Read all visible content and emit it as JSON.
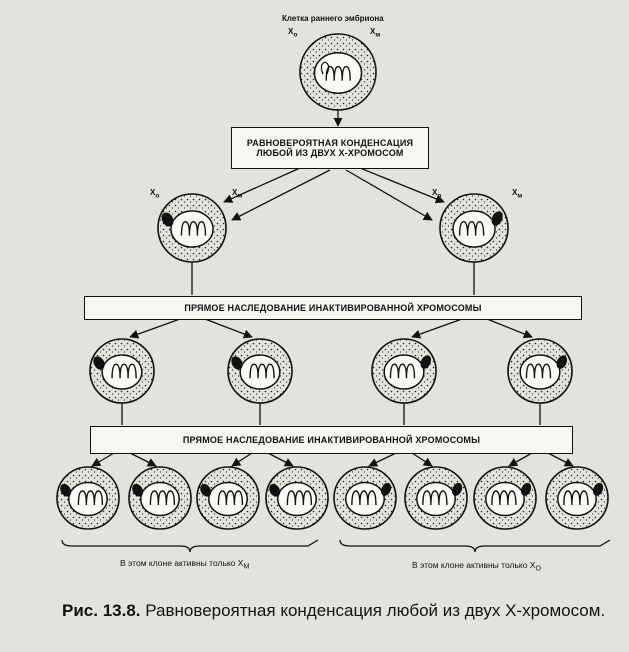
{
  "figure": {
    "early_cell_label": "Клетка раннего эмбриона",
    "x_o": "X",
    "x_o_sub": "o",
    "x_m": "X",
    "x_m_sub": "м",
    "box1_line1": "РАВНОВЕРОЯТНАЯ КОНДЕНСАЦИЯ",
    "box1_line2": "ЛЮБОЙ ИЗ ДВУХ Х-ХРОМОСОМ",
    "box2": "ПРЯМОЕ НАСЛЕДОВАНИЕ   ИНАКТИВИРОВАННОЙ ХРОМОСОМЫ",
    "box3": "ПРЯМОЕ  НАСЛЕДОВАНИЕ ИНАКТИВИРОВАННОЙ ХРОМОСОМЫ",
    "clone_left": "В этом клоне активны только X",
    "clone_left_sub": "M",
    "clone_right": "В этом клоне активны только X",
    "clone_right_sub": "О"
  },
  "caption": {
    "label": "Рис. 13.8.",
    "text": "Равновероятная конденсация любой из двух X-хромосом."
  },
  "colors": {
    "paper": "#e4e2dc",
    "ink": "#111111"
  }
}
